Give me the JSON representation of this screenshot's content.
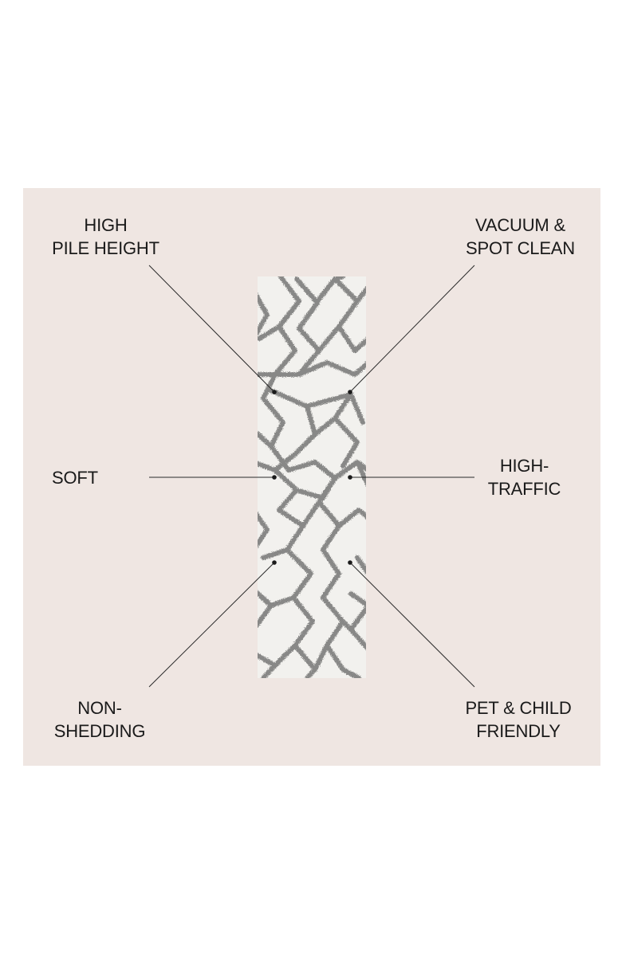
{
  "colors": {
    "background": "#ffffff",
    "panel": "#efe6e2",
    "rug_base": "#f2f1ee",
    "rug_pattern": "#7d7d7b",
    "callout_line": "#2a2a2a",
    "text": "#1a1a1a"
  },
  "features": [
    {
      "id": "high-pile-height",
      "lines": [
        "HIGH",
        "PILE HEIGHT"
      ]
    },
    {
      "id": "vacuum-spot-clean",
      "lines": [
        "VACUUM &",
        "SPOT CLEAN"
      ]
    },
    {
      "id": "soft",
      "lines": [
        "SOFT"
      ]
    },
    {
      "id": "high-traffic",
      "lines": [
        "HIGH-",
        "TRAFFIC"
      ]
    },
    {
      "id": "non-shedding",
      "lines": [
        "NON-",
        "SHEDDING"
      ]
    },
    {
      "id": "pet-child-friendly",
      "lines": [
        "PET & CHILD",
        "FRIENDLY"
      ]
    }
  ]
}
